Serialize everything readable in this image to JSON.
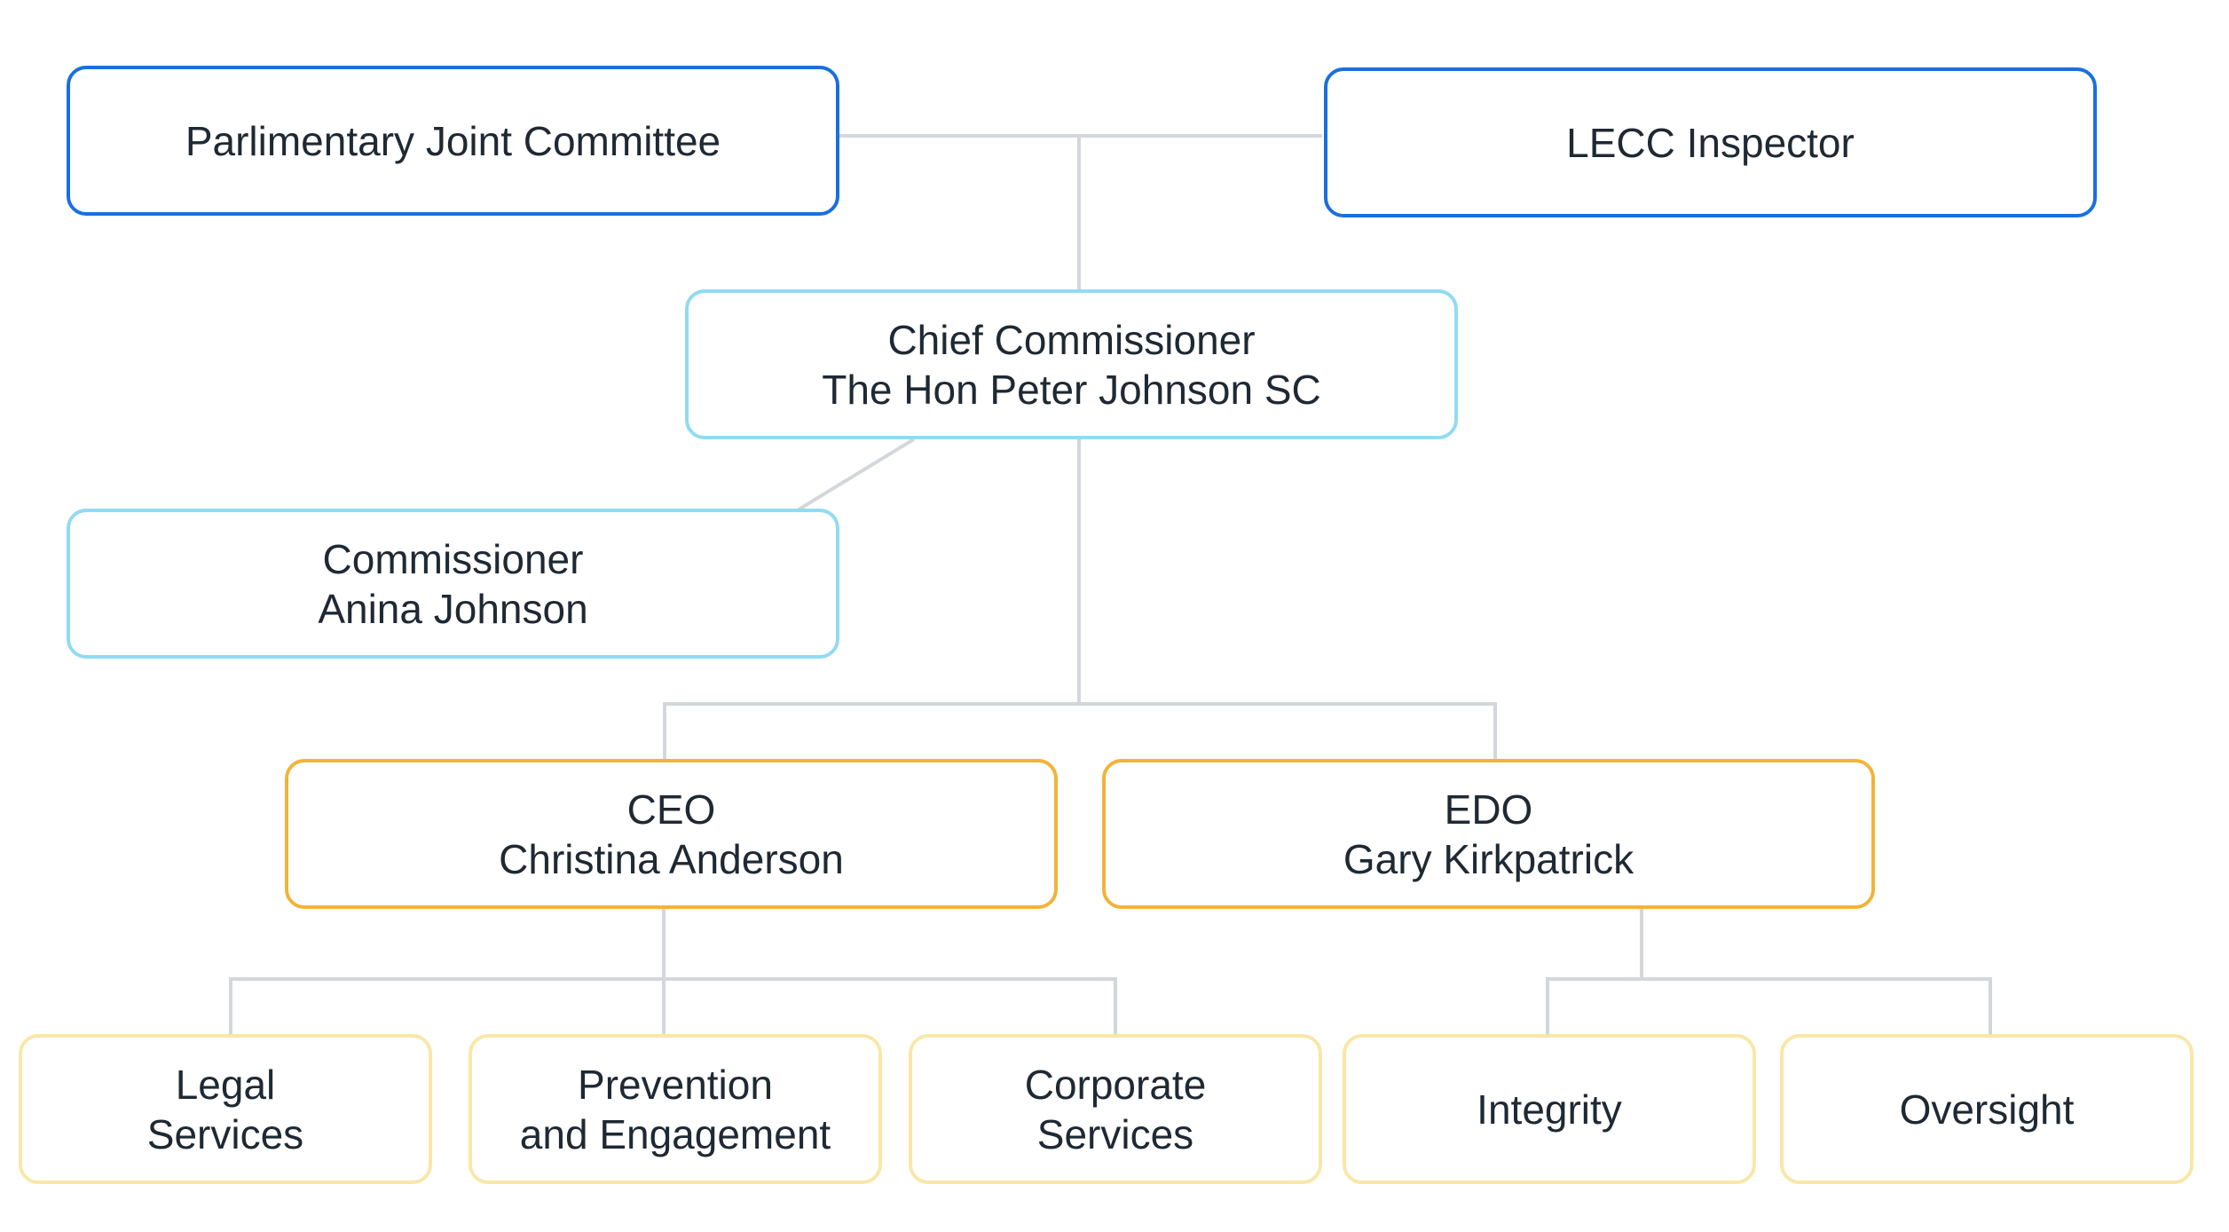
{
  "nodes": {
    "pjc": {
      "line1": "Parlimentary Joint Committee"
    },
    "inspector": {
      "line1": "LECC Inspector"
    },
    "chief": {
      "line1": "Chief Commissioner",
      "line2": "The Hon Peter Johnson SC"
    },
    "commissioner": {
      "line1": "Commissioner",
      "line2": "Anina Johnson"
    },
    "ceo": {
      "line1": "CEO",
      "line2": "Christina Anderson"
    },
    "edo": {
      "line1": "EDO",
      "line2": "Gary Kirkpatrick"
    },
    "legal": {
      "line1": "Legal",
      "line2": "Services"
    },
    "prevention": {
      "line1": "Prevention",
      "line2": "and Engagement"
    },
    "corporate": {
      "line1": "Corporate",
      "line2": "Services"
    },
    "integrity": {
      "line1": "Integrity"
    },
    "oversight": {
      "line1": "Oversight"
    }
  },
  "colors": {
    "oversight_border": "#1a6fe0",
    "commission_border": "#92daf4",
    "executive_border": "#f2b33a",
    "unit_border": "#f9e7a8",
    "connector": "#d3d7db",
    "text": "#1f2933"
  }
}
